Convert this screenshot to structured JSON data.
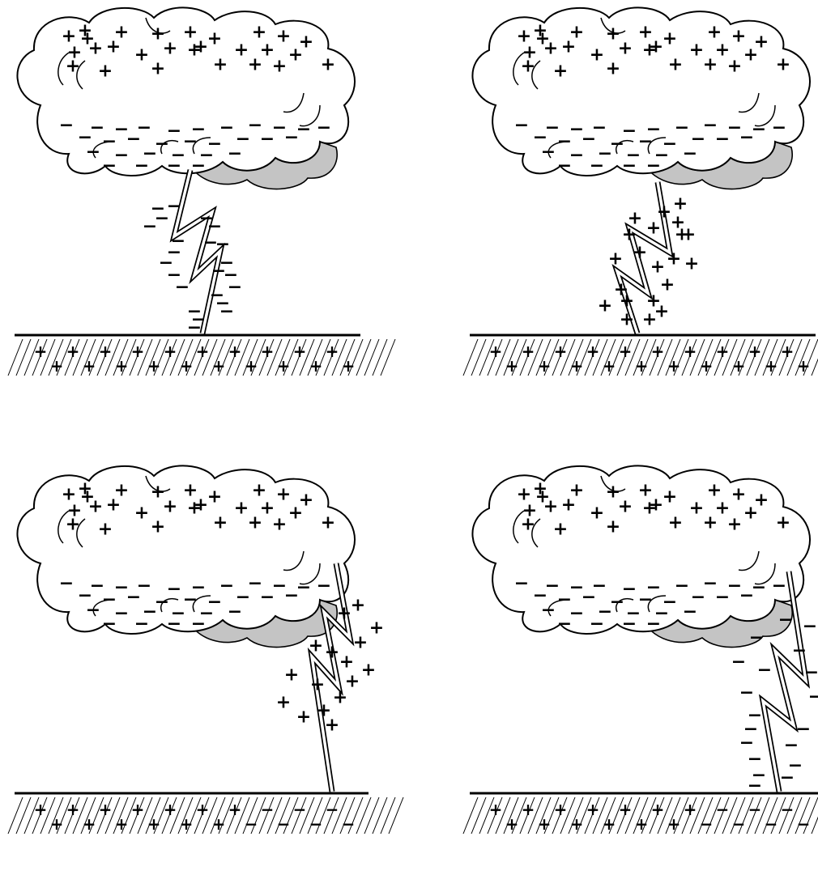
{
  "diagram": {
    "figures": [
      {
        "cloud_upper_symbol": "+",
        "cloud_lower_symbol": "−",
        "bolt_position": "center",
        "channel_symbol": "−",
        "ground_symbols": [
          "+",
          "+",
          "+",
          "+",
          "+",
          "+",
          "+",
          "+",
          "+",
          "+",
          "+",
          "+",
          "+",
          "+",
          "+",
          "+",
          "+",
          "+",
          "+",
          "+"
        ]
      },
      {
        "cloud_upper_symbol": "+",
        "cloud_lower_symbol": "−",
        "bolt_position": "center",
        "channel_symbol": "+",
        "ground_symbols": [
          "+",
          "+",
          "+",
          "+",
          "+",
          "+",
          "+",
          "+",
          "+",
          "+",
          "+",
          "+",
          "+",
          "+",
          "+",
          "+",
          "+",
          "+",
          "+",
          "+"
        ]
      },
      {
        "cloud_upper_symbol": "+",
        "cloud_lower_symbol": "−",
        "bolt_position": "right",
        "channel_symbol": "+",
        "ground_symbols": [
          "+",
          "+",
          "+",
          "+",
          "+",
          "+",
          "+",
          "+",
          "+",
          "+",
          "+",
          "+",
          "+",
          "−",
          "−",
          "−",
          "−",
          "−",
          "−",
          "−"
        ]
      },
      {
        "cloud_upper_symbol": "+",
        "cloud_lower_symbol": "−",
        "bolt_position": "right",
        "channel_symbol": "−",
        "ground_symbols": [
          "+",
          "+",
          "+",
          "+",
          "+",
          "+",
          "+",
          "+",
          "+",
          "+",
          "+",
          "+",
          "+",
          "−",
          "−",
          "−",
          "−",
          "−",
          "−",
          "−"
        ]
      }
    ]
  }
}
